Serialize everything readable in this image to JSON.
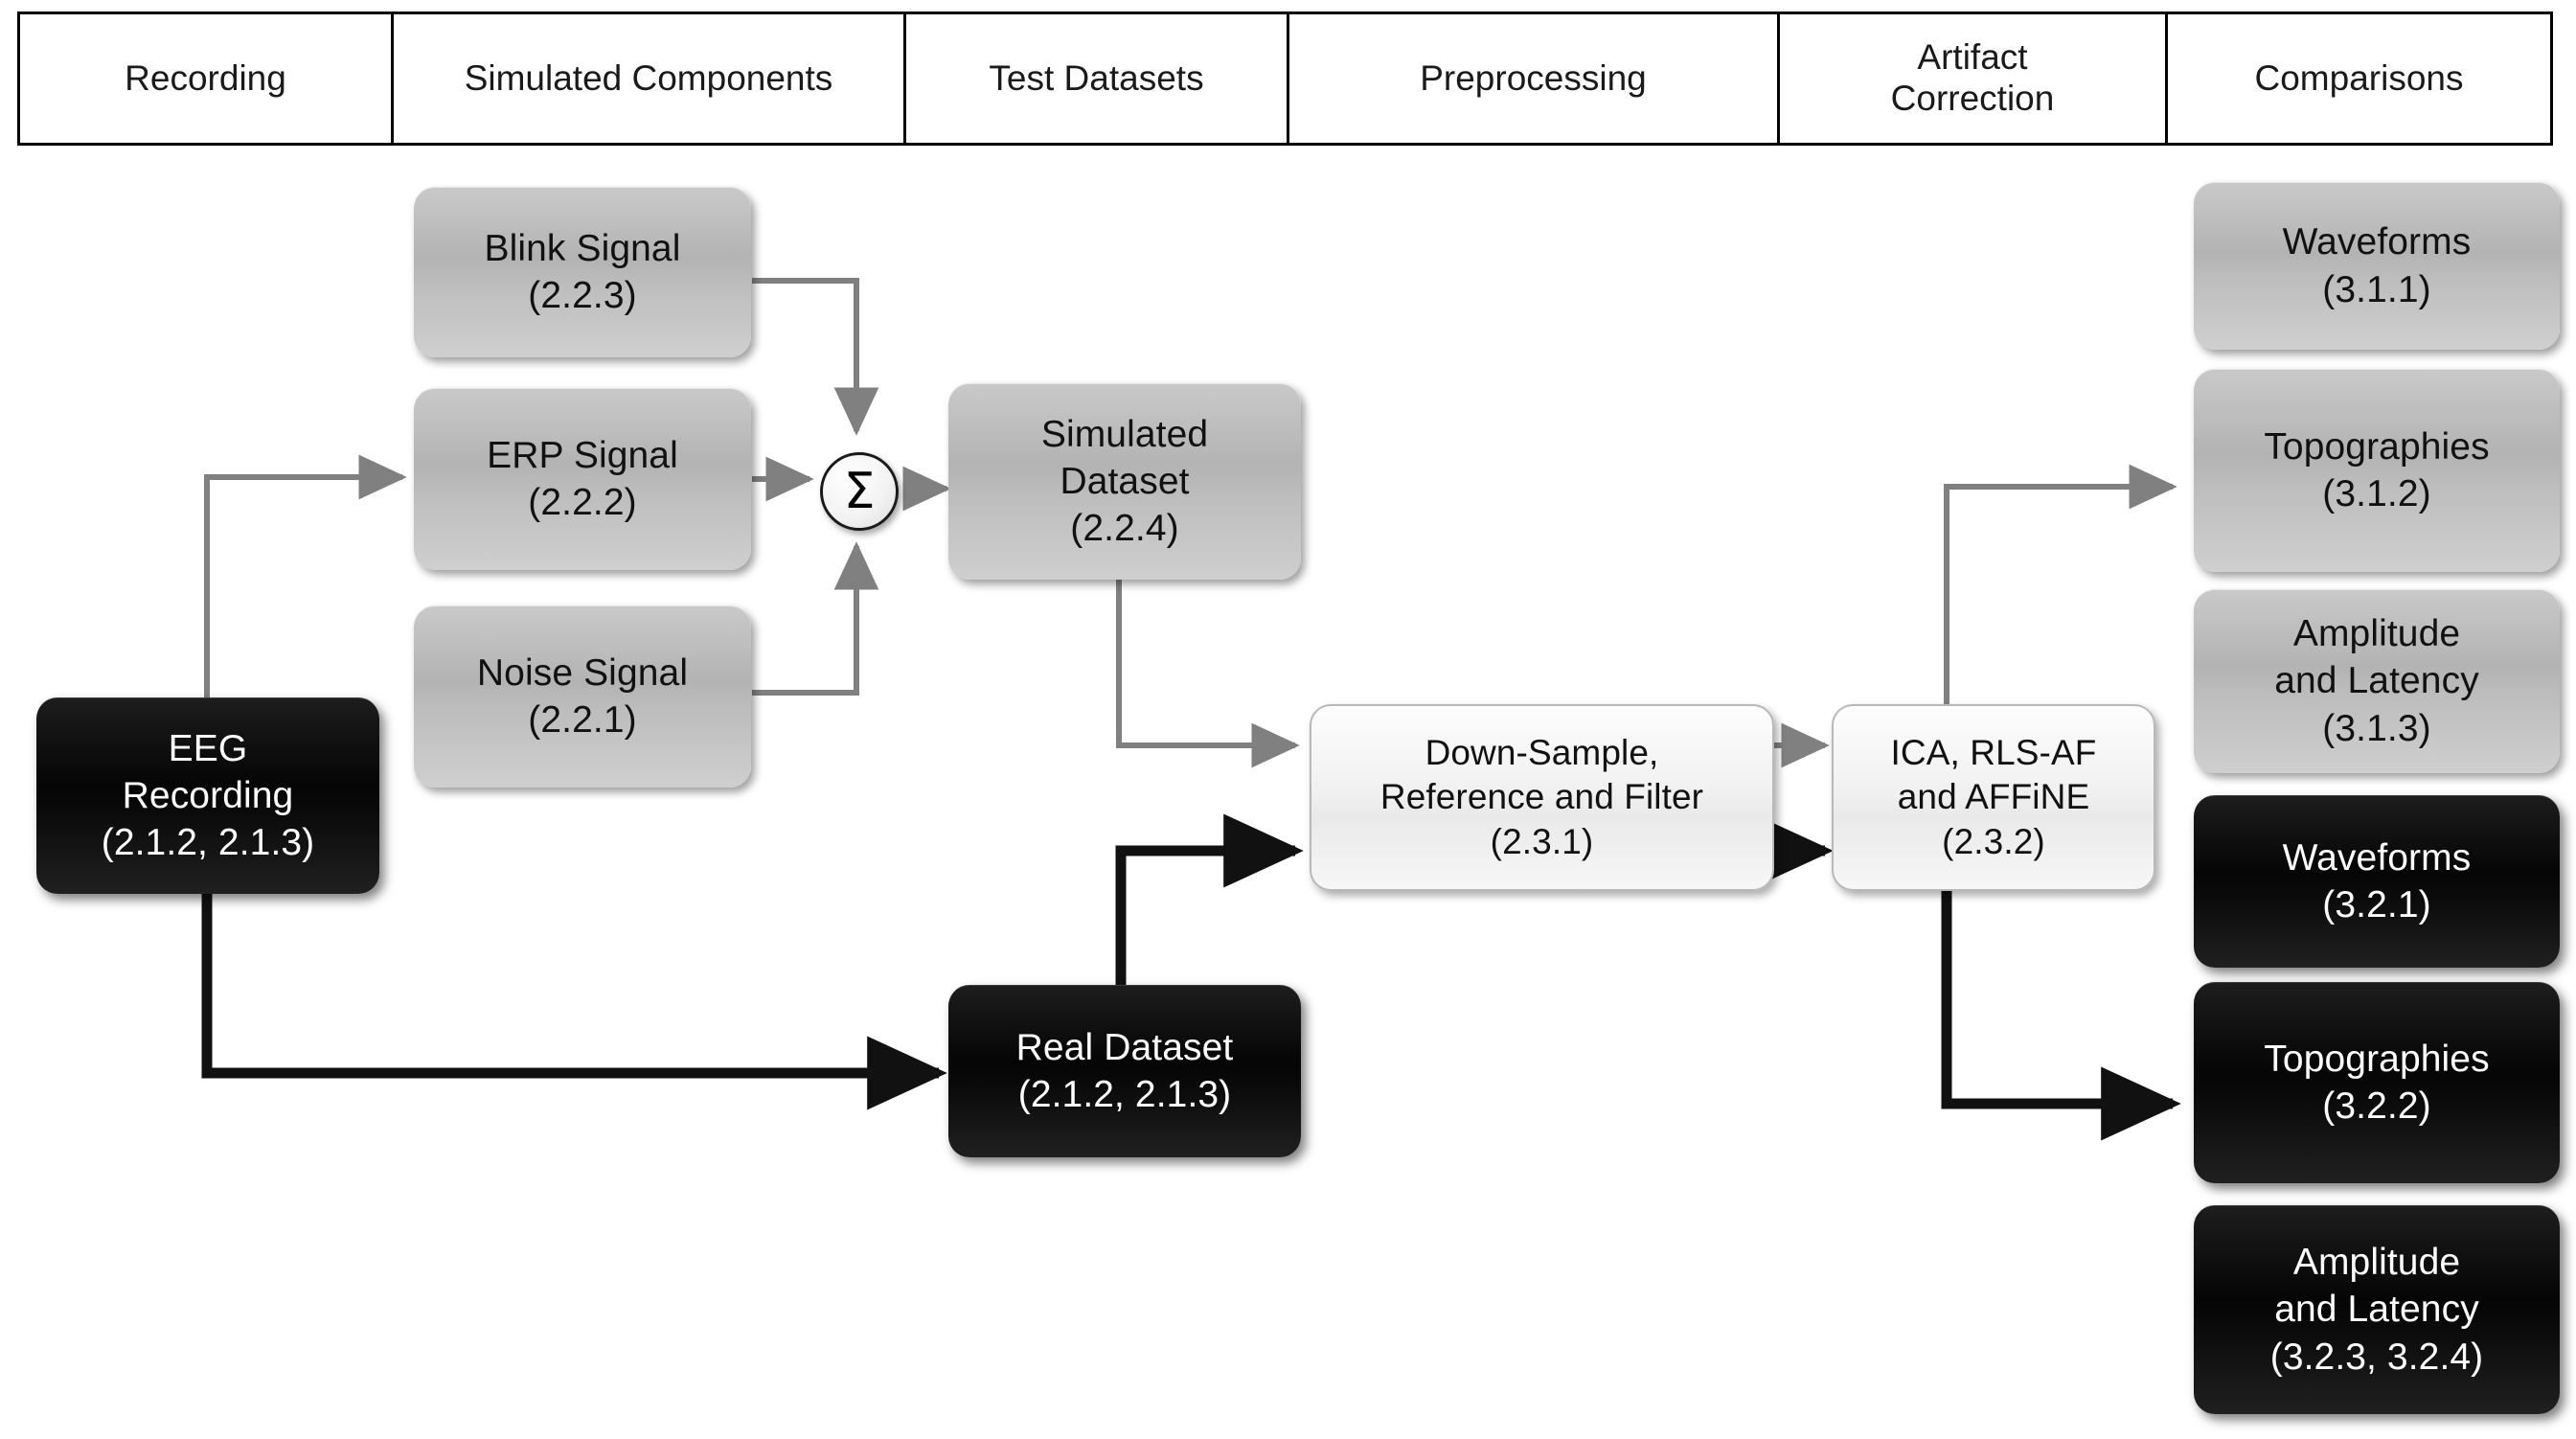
{
  "header": {
    "columns": [
      {
        "label": "Recording",
        "name": "header-recording"
      },
      {
        "label": "Simulated Components",
        "name": "header-simulated-components"
      },
      {
        "label": "Test Datasets",
        "name": "header-test-datasets"
      },
      {
        "label": "Preprocessing",
        "name": "header-preprocessing"
      },
      {
        "label": "Artifact\nCorrection",
        "name": "header-artifact-correction"
      },
      {
        "label": "Comparisons",
        "name": "header-comparisons"
      }
    ]
  },
  "nodes": {
    "blink_signal": {
      "line1": "Blink Signal",
      "line2": "(2.2.3)"
    },
    "erp_signal": {
      "line1": "ERP Signal",
      "line2": "(2.2.2)"
    },
    "noise_signal": {
      "line1": "Noise Signal",
      "line2": "(2.2.1)"
    },
    "eeg_recording": {
      "line1": "EEG",
      "line2": "Recording",
      "line3": "(2.1.2, 2.1.3)"
    },
    "sum_node": {
      "symbol": "Σ"
    },
    "simulated_dataset": {
      "line1": "Simulated",
      "line2": "Dataset",
      "line3": "(2.2.4)"
    },
    "real_dataset": {
      "line1": "Real Dataset",
      "line2": "(2.1.2, 2.1.3)"
    },
    "preprocessing": {
      "line1": "Down-Sample,",
      "line2": "Reference and Filter",
      "line3": "(2.3.1)"
    },
    "artifact_correction": {
      "line1": "ICA, RLS-AF",
      "line2": "and AFFiNE",
      "line3": "(2.3.2)"
    },
    "waveforms_sim": {
      "line1": "Waveforms",
      "line2": "(3.1.1)"
    },
    "topographies_sim": {
      "line1": "Topographies",
      "line2": "(3.1.2)"
    },
    "amplatency_sim": {
      "line1": "Amplitude",
      "line2": "and Latency",
      "line3": "(3.1.3)"
    },
    "waveforms_real": {
      "line1": "Waveforms",
      "line2": "(3.2.1)"
    },
    "topographies_real": {
      "line1": "Topographies",
      "line2": "(3.2.2)"
    },
    "amplatency_real": {
      "line1": "Amplitude",
      "line2": "and Latency",
      "line3": "(3.2.3, 3.2.4)"
    }
  },
  "colors": {
    "gray_node": "#bdbdbd",
    "black_node": "#0a0a0a",
    "white_node": "#f2f2f2",
    "gray_edge": "#808080",
    "black_edge": "#111111",
    "header_border": "#000000"
  },
  "edges": [
    {
      "from": "eeg_recording",
      "to": "erp_signal",
      "style": "gray"
    },
    {
      "from": "blink_signal",
      "to": "sum_node",
      "style": "gray"
    },
    {
      "from": "erp_signal",
      "to": "sum_node",
      "style": "gray"
    },
    {
      "from": "noise_signal",
      "to": "sum_node",
      "style": "gray"
    },
    {
      "from": "sum_node",
      "to": "simulated_dataset",
      "style": "gray"
    },
    {
      "from": "simulated_dataset",
      "to": "preprocessing",
      "style": "gray"
    },
    {
      "from": "eeg_recording",
      "to": "real_dataset",
      "style": "black"
    },
    {
      "from": "real_dataset",
      "to": "preprocessing",
      "style": "black"
    },
    {
      "from": "preprocessing",
      "to": "artifact_correction",
      "style": "gray"
    },
    {
      "from": "preprocessing",
      "to": "artifact_correction",
      "style": "black"
    },
    {
      "from": "artifact_correction",
      "to": "topographies_sim",
      "style": "gray"
    },
    {
      "from": "artifact_correction",
      "to": "topographies_real",
      "style": "black"
    }
  ]
}
